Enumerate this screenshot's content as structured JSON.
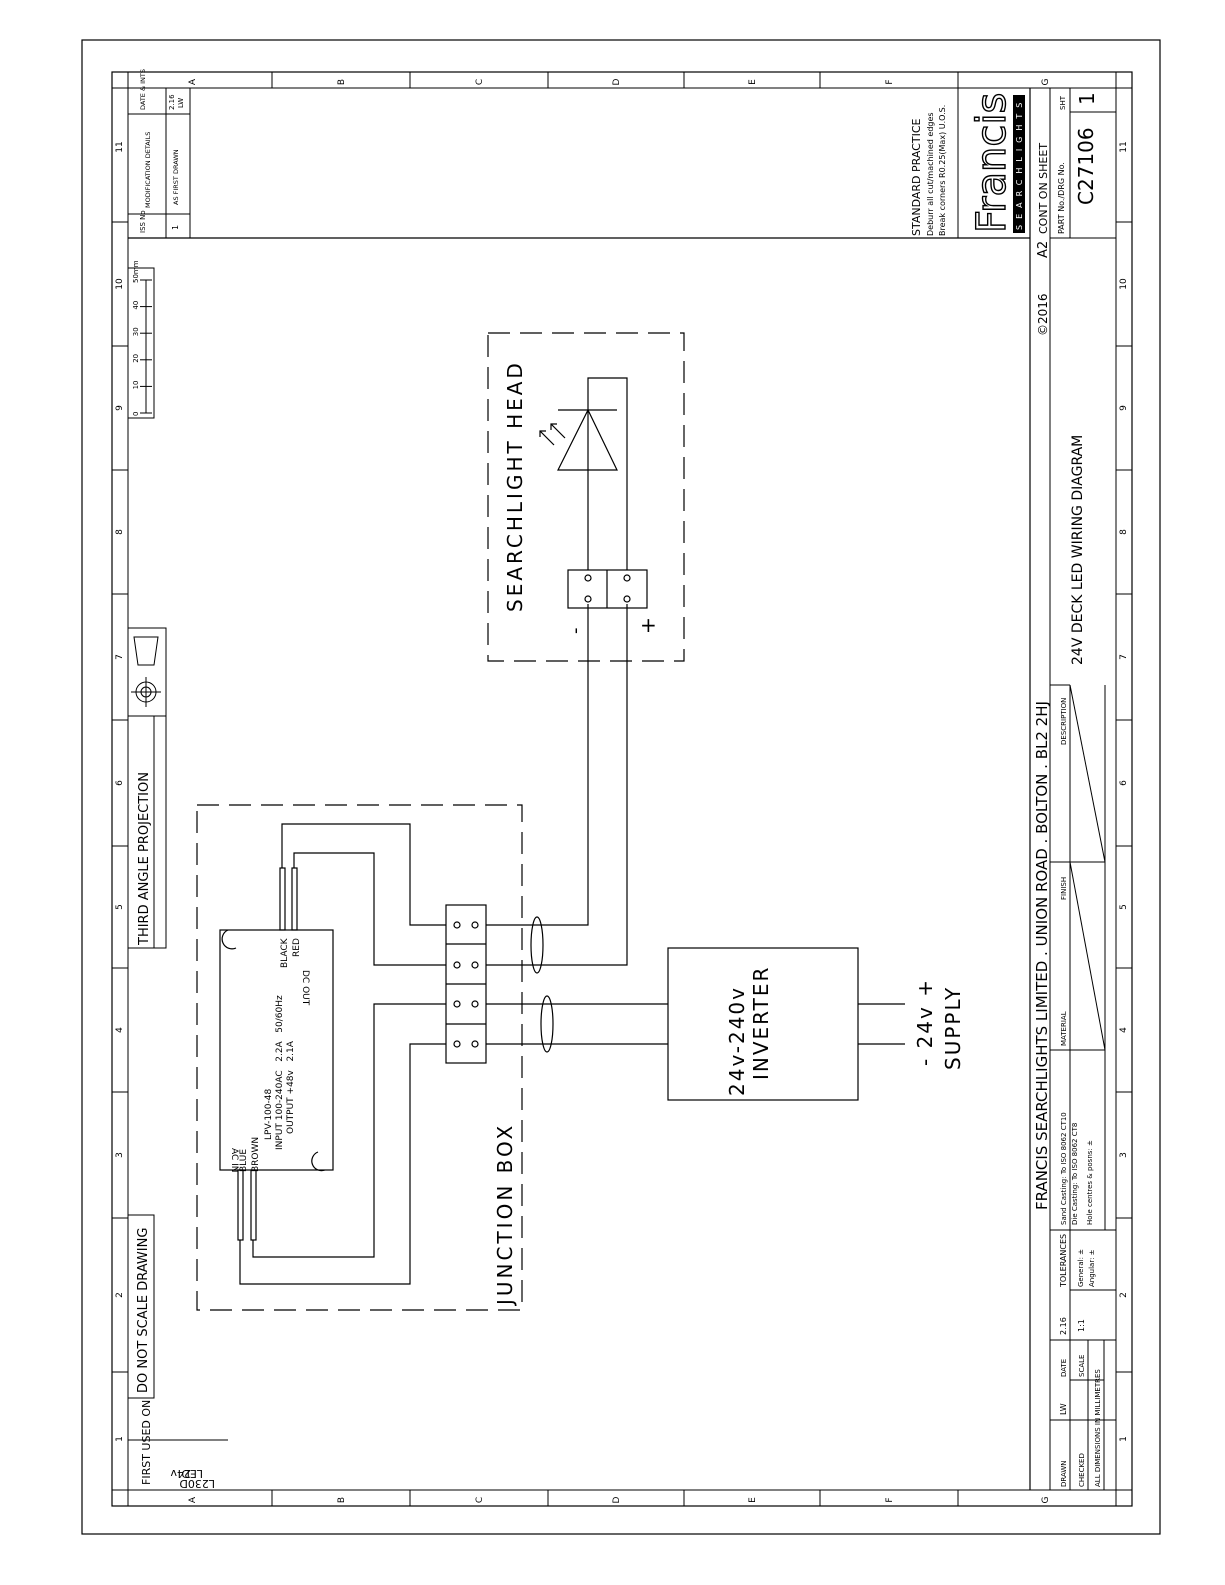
{
  "grid": {
    "cols": [
      "1",
      "2",
      "3",
      "4",
      "5",
      "6",
      "7",
      "8",
      "9",
      "10",
      "11"
    ],
    "rows": [
      "A",
      "B",
      "C",
      "D",
      "E",
      "F",
      "G"
    ]
  },
  "notes": {
    "do_not_scale": "DO NOT SCALE DRAWING",
    "projection": "THIRD ANGLE PROJECTION",
    "first_used_label": "FIRST USED ON",
    "first_used_value_1": "L230D",
    "first_used_value_2": "LED",
    "first_used_value_3": "24v"
  },
  "scale_bar": {
    "ticks": [
      "0",
      "10",
      "20",
      "30",
      "40",
      "50mm"
    ]
  },
  "mods": {
    "iss_label": "ISS No",
    "detail_label": "MODIFICATION DETAILS",
    "date_label": "DATE & INTS",
    "issue": "1",
    "detail": "AS FIRST DRAWN",
    "date": "2.16",
    "ints": "LW"
  },
  "standard_practice": {
    "title": "STANDARD PRACTICE",
    "line1": "Deburr all cut/machined edges",
    "line2": "Break corners R0.25(Max) U.O.S."
  },
  "brand": {
    "logo": "Francis",
    "sub": "SEARCHLIGHTS"
  },
  "title_block": {
    "company": "FRANCIS SEARCHLIGHTS LIMITED . UNION ROAD . BOLTON . BL2 2HJ",
    "copyright": "©2016",
    "size": "A2",
    "cont_on_sheet": "CONT ON SHEET",
    "sht_label": "SHT",
    "sht": "1",
    "part_label": "PART No./DRG No.",
    "part_no": "C27106",
    "description_label": "DESCRIPTION",
    "description": "24V DECK LED WIRING DIAGRAM",
    "finish_label": "FINISH",
    "material_label": "MATERIAL",
    "tol_sand": "Sand Casting: To ISO 8062 CT10",
    "tol_die": "Die Casting: To ISO 8062 CT8",
    "tol_hole": "Hole centres & posns: ±",
    "tolerances_label": "TOLERANCES",
    "tol_general": "General: ±",
    "tol_angular": "Angular: ±",
    "drawn_label": "DRAWN",
    "drawn_by": "LW",
    "date_label": "DATE",
    "date": "2.16",
    "checked_label": "CHECKED",
    "scale_label": "SCALE",
    "scale": "1:1",
    "dims_note": "ALL DIMENSIONS IN MILLIMETRES"
  },
  "diagram": {
    "junction_box": "JUNCTION BOX",
    "searchlight_head": "SEARCHLIGHT HEAD",
    "inverter_1": "24v-240v",
    "inverter_2": "INVERTER",
    "supply_1": "- 24v +",
    "supply_2": "SUPPLY",
    "minus": "-",
    "plus": "+",
    "psu_model": "LPV-100-48",
    "psu_input": "INPUT 100-240AC   2.2A   50/60Hz",
    "psu_output": "OUTPUT +48v   2.1A",
    "ac_in": "AC IN",
    "dc_out": "DC OUT",
    "blue": "BLUE",
    "brown": "BROWN",
    "black": "BLACK",
    "red": "RED"
  }
}
